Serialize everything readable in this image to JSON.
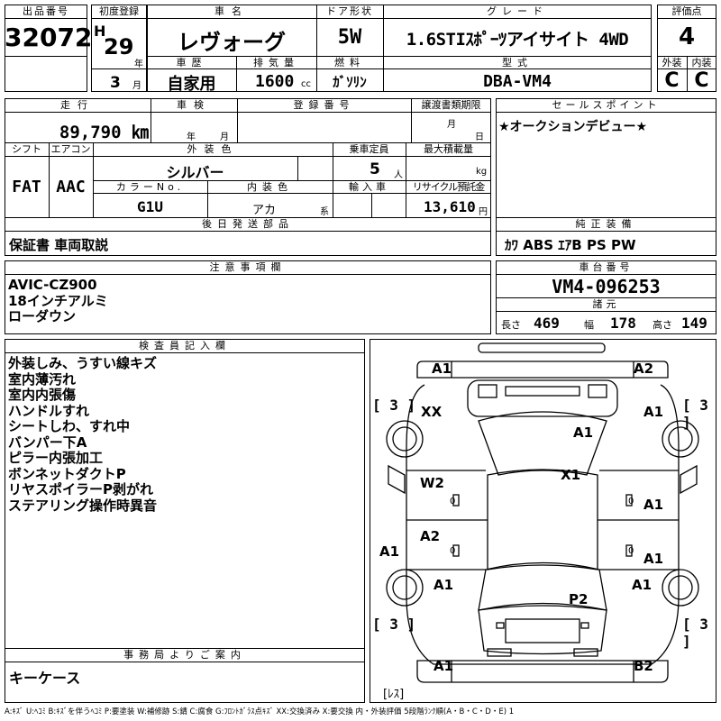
{
  "lot": {
    "label": "出品番号",
    "value": "32072"
  },
  "first_reg": {
    "label": "初度登録",
    "era": "H",
    "year": "29",
    "year_unit": "年",
    "month": "3",
    "month_unit": "月"
  },
  "car_name": {
    "label": "車名",
    "value": "レヴォーグ"
  },
  "door": {
    "label": "ドア形状",
    "value": "5W"
  },
  "grade": {
    "label": "グレード",
    "value": "1.6STIｽﾎﾟｰﾂアイサイト 4WD"
  },
  "score": {
    "label": "評価点",
    "value": "4",
    "ext_label": "外装",
    "int_label": "内装",
    "ext": "C",
    "int": "C"
  },
  "history": {
    "label": "車歴",
    "value": "自家用"
  },
  "displacement": {
    "label": "排気量",
    "value": "1600",
    "unit": "cc"
  },
  "fuel": {
    "label": "燃料",
    "value": "ｶﾞｿﾘﾝ"
  },
  "model_code": {
    "label": "型式",
    "value": "DBA-VM4"
  },
  "mileage": {
    "label": "走行",
    "value": "89,790 ㎞"
  },
  "inspection": {
    "label": "車検",
    "year_unit": "年",
    "month_unit": "月"
  },
  "reg_number": {
    "label": "登録番号"
  },
  "transfer": {
    "label": "譲渡書類期限",
    "month_unit": "月",
    "day_unit": "日"
  },
  "sales_point": {
    "label": "セールスポイント",
    "text": "★オークションデビュー★"
  },
  "shift": {
    "label": "シフト",
    "value": "FAT"
  },
  "aircon": {
    "label": "エアコン",
    "value": "AAC"
  },
  "exterior_color": {
    "label": "外装色",
    "value": "シルバー"
  },
  "capacity": {
    "label": "乗車定員",
    "value": "5",
    "unit": "人"
  },
  "max_load": {
    "label": "最大積載量",
    "unit": "kg"
  },
  "color_no": {
    "label": "カラーNo.",
    "value": "G1U"
  },
  "interior_color": {
    "label": "内装色",
    "value": "アカ",
    "suffix": "系"
  },
  "import": {
    "label": "輸入車"
  },
  "recycle": {
    "label": "リサイクル預託金",
    "value": "13,610",
    "unit": "円"
  },
  "later_parts": {
    "label": "後日発送部品",
    "value": "保証書 車両取説"
  },
  "equipment": {
    "label": "純正装備",
    "value": "ｶﾜ ABS ｴｱB PS PW"
  },
  "notes": {
    "label": "注意事項欄",
    "lines": [
      "AVIC-CZ900",
      "18インチアルミ",
      "ローダウン"
    ]
  },
  "chassis": {
    "label": "車台番号",
    "value": "VM4-096253"
  },
  "specs": {
    "label": "諸元",
    "length_label": "長さ",
    "length": "469",
    "width_label": "幅",
    "width": "178",
    "height_label": "高さ",
    "height": "149"
  },
  "inspector": {
    "label": "検査員記入欄",
    "lines": [
      "外装しみ、うすい線キズ",
      "室内薄汚れ",
      "室内内張傷",
      "ハンドルすれ",
      "シートしわ、すれ中",
      "バンパー下A",
      "ピラー内張加工",
      "ボンネットダクトP",
      "リヤスポイラーP剥がれ",
      "ステアリング操作時異音"
    ]
  },
  "office": {
    "label": "事務局よりご案内",
    "value": "キーケース"
  },
  "diagram": {
    "tires": {
      "front_left": "[ 3 ]",
      "front_right": "[ 3 ]",
      "rear_left": "[ 3 ]",
      "rear_right": "[ 3 ]"
    },
    "spare": "[ﾚｽ]",
    "marks": {
      "front_bumper_left": "A1",
      "front_bumper_right": "A2",
      "front_fender_left": "XX",
      "front_fender_right": "A1",
      "hood": "A1",
      "roof": "X1",
      "front_door_left": "W2",
      "front_door_right": "A1",
      "rear_door_left": "A2",
      "rear_door_right": "A1",
      "left_rocker": "A1",
      "rear_fender_left": "A1",
      "rear_fender_right": "A1",
      "trunk": "P2",
      "rear_bumper_left": "A1",
      "rear_bumper_right": "B2"
    },
    "small_marks": {
      "l1": "0",
      "l2": "0",
      "r1": "0",
      "r2": "0"
    }
  },
  "legend": "A:ｷｽﾞ U:ﾍｺﾐ B:ｷｽﾞを伴うﾍｺﾐ P:要塗装 W:補修跡 S:錆 C:腐食 G:ﾌﾛﾝﾄｶﾞﾗｽ点ｷｽﾞ XX:交換済み X:要交換 内・外装評価 5段階ﾗﾝｸ順(A・B・C・D・E) 1"
}
